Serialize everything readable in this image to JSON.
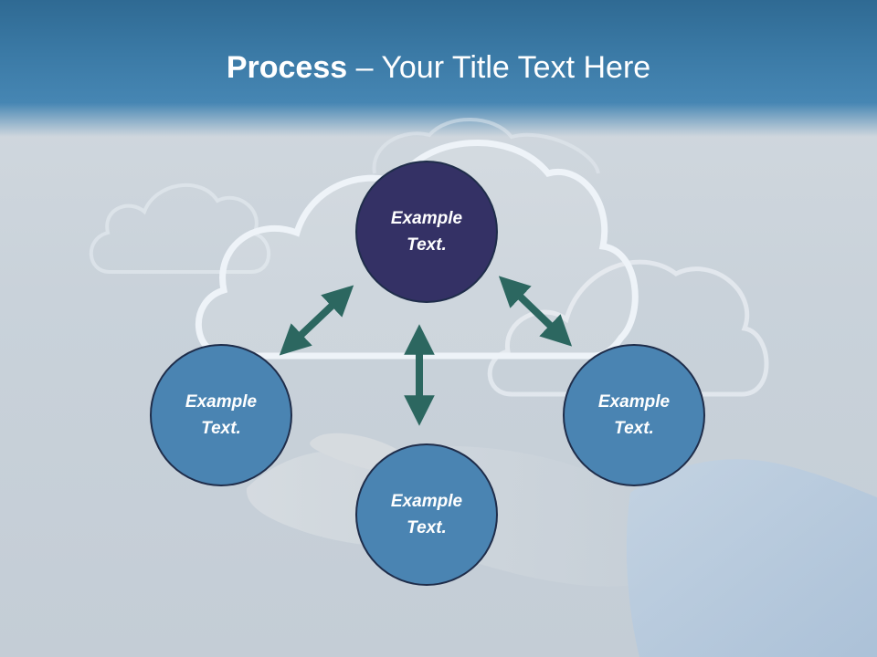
{
  "slide": {
    "title_bold": "Process",
    "title_rest": " – Your Title Text Here"
  },
  "nodes": [
    {
      "id": "top",
      "text": "Example Text.",
      "color": "#343165"
    },
    {
      "id": "left",
      "text": "Example Text.",
      "color": "#4a84b2"
    },
    {
      "id": "right",
      "text": "Example Text.",
      "color": "#4a84b2"
    },
    {
      "id": "bottom",
      "text": "Example Text.",
      "color": "#4a84b2"
    }
  ],
  "colors": {
    "header": "#3b7aa6",
    "arrow": "#2c6760",
    "cloud_outline": "#eef3f8",
    "node_border": "#1f2d4a"
  }
}
